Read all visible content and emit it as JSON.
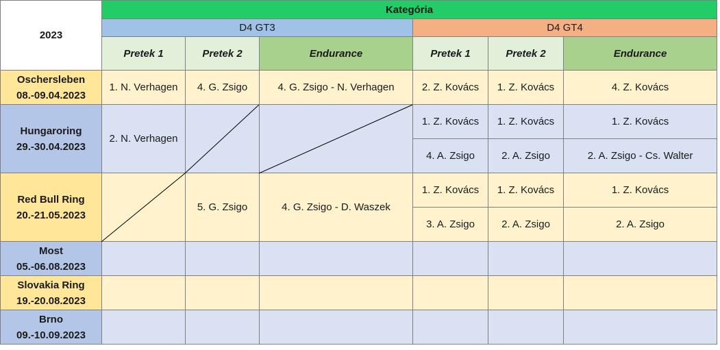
{
  "year": "2023",
  "category_header": "Kategória",
  "classes": {
    "gt3": {
      "name": "D4 GT3",
      "col_race1": "Pretek 1",
      "col_race2": "Pretek 2",
      "col_endurance": "Endurance"
    },
    "gt4": {
      "name": "D4 GT4",
      "col_race1": "Pretek 1",
      "col_race2": "Pretek 2",
      "col_endurance": "Endurance"
    }
  },
  "events": [
    {
      "name": "Oschersleben",
      "dates": "08.-09.04.2023",
      "gt3": {
        "race1": "1. N. Verhagen",
        "race2": "4. G. Zsigo",
        "endurance": "4. G. Zsigo - N. Verhagen"
      },
      "gt4": {
        "race1": [
          "2. Z. Kovács"
        ],
        "race2": [
          "1. Z. Kovács"
        ],
        "endurance": [
          "4. Z. Kovács"
        ]
      }
    },
    {
      "name": "Hungaroring",
      "dates": "29.-30.04.2023",
      "gt3": {
        "race1": "2. N. Verhagen",
        "race2": "",
        "endurance": ""
      },
      "gt4": {
        "race1": [
          "1. Z. Kovács",
          "4. A. Zsigo"
        ],
        "race2": [
          "1. Z. Kovács",
          "2. A. Zsigo"
        ],
        "endurance": [
          "1. Z. Kovács",
          "2. A. Zsigo - Cs. Walter"
        ]
      }
    },
    {
      "name": "Red Bull Ring",
      "dates": "20.-21.05.2023",
      "gt3": {
        "race1": "",
        "race2": "5. G. Zsigo",
        "endurance": "4. G. Zsigo - D. Waszek"
      },
      "gt4": {
        "race1": [
          "1. Z. Kovács",
          "3. A. Zsigo"
        ],
        "race2": [
          "1. Z. Kovács",
          "2. A. Zsigo"
        ],
        "endurance": [
          "1. Z. Kovács",
          "2. A. Zsigo"
        ]
      }
    },
    {
      "name": "Most",
      "dates": "05.-06.08.2023"
    },
    {
      "name": "Slovakia Ring",
      "dates": "19.-20.08.2023"
    },
    {
      "name": "Brno",
      "dates": "09.-10.09.2023"
    }
  ]
}
